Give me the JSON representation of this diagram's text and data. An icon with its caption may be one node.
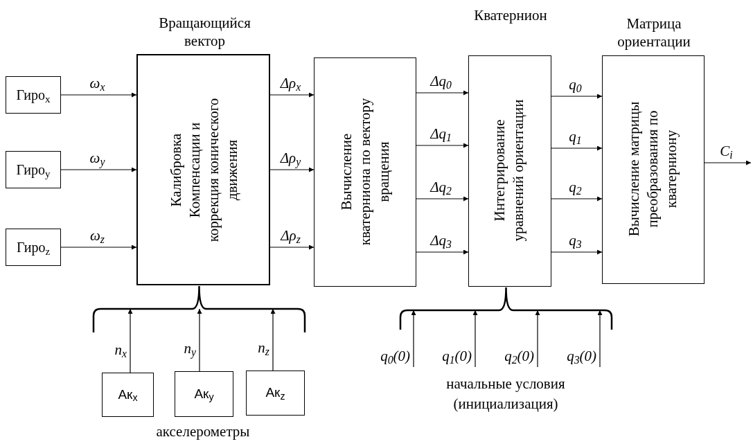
{
  "diagram": {
    "nodes": [
      {
        "text": [
          "Гиро$_{x}$"
        ]
      },
      {
        "text": [
          "Гиро$_{y}$"
        ]
      },
      {
        "text": [
          "Гиро$_{z}$"
        ]
      },
      {
        "text": [
          "Вращающийся вектор",
          "Калибровка Компенсации и коррекция конического движения"
        ]
      },
      {
        "text": [
          "Вычисление кватерниона по вектору вращения"
        ]
      },
      {
        "text": [
          "Кватернион",
          "Интегрирование уравнений ориентации"
        ]
      },
      {
        "text": [
          "Матрица ориентации",
          "Вычисление матрицы преобразования по кватерниону"
        ]
      },
      {
        "text": [
          "Ак$_{x}$"
        ]
      },
      {
        "text": [
          "Ак$_{y}$"
        ]
      },
      {
        "text": [
          "Ак$_{z}$"
        ]
      },
      {
        "text": [],
        "shape": "brace"
      },
      {
        "text": [],
        "shape": "brace"
      }
    ],
    "edges": [
      {
        "from": 0,
        "to": 3,
        "arrow": "to",
        "label": "ω$_{x}$"
      },
      {
        "from": 1,
        "to": 3,
        "arrow": "to",
        "label": "ω$_{y}$"
      },
      {
        "from": 2,
        "to": 3,
        "arrow": "to",
        "label": "ω$_{z}$"
      },
      {
        "from": 3,
        "to": 4,
        "arrow": "to",
        "label": "Δρ$_{x}$"
      },
      {
        "from": 3,
        "to": 4,
        "arrow": "to",
        "label": "Δρ$_{y}$"
      },
      {
        "from": 3,
        "to": 4,
        "arrow": "to",
        "label": "Δρ$_{z}$"
      },
      {
        "from": 4,
        "to": 5,
        "arrow": "to",
        "label": "Δq$_{0}$"
      },
      {
        "from": 4,
        "to": 5,
        "arrow": "to",
        "label": "Δq$_{1}$"
      },
      {
        "from": 4,
        "to": 5,
        "arrow": "to",
        "label": "Δq$_{2}$"
      },
      {
        "from": 4,
        "to": 5,
        "arrow": "to",
        "label": "Δq$_{3}$"
      },
      {
        "from": 5,
        "to": 6,
        "arrow": "to",
        "label": "q$_{0}$"
      },
      {
        "from": 5,
        "to": 6,
        "arrow": "to",
        "label": "q$_{1}$"
      },
      {
        "from": 5,
        "to": 6,
        "arrow": "to",
        "label": "q$_{2}$"
      },
      {
        "from": 5,
        "to": 6,
        "arrow": "to",
        "label": "q$_{3}$"
      },
      {
        "from": 6,
        "to": null,
        "arrow": "to",
        "label": "C$_{i}$"
      },
      {
        "from": 7,
        "to": 10,
        "arrow": "to",
        "label": "n$_{x}$"
      },
      {
        "from": 8,
        "to": 10,
        "arrow": "to",
        "label": "n$_{y}$"
      },
      {
        "from": 9,
        "to": 10,
        "arrow": "to",
        "label": "n$_{z}$"
      },
      {
        "from": null,
        "to": 11,
        "arrow": "to",
        "label": "q$_{0}$(0)"
      },
      {
        "from": null,
        "to": 11,
        "arrow": "to",
        "label": "q$_{1}$(0)"
      },
      {
        "from": null,
        "to": 11,
        "arrow": "to",
        "label": "q$_{2}$(0)"
      },
      {
        "from": null,
        "to": 11,
        "arrow": "to",
        "label": "q$_{3}$(0)"
      }
    ],
    "labels": [
      "акселерометры",
      "начальные условия (инициализация)"
    ]
  }
}
